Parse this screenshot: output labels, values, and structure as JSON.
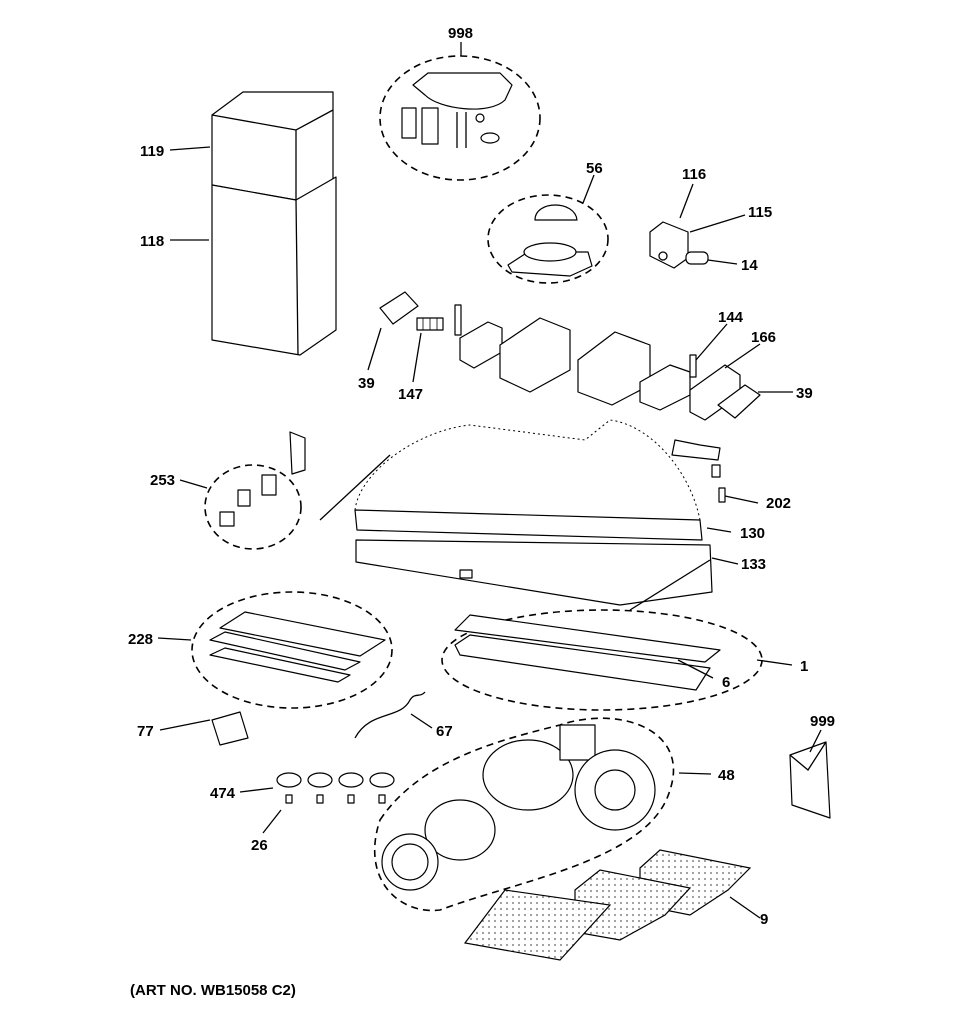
{
  "labels": {
    "l998": "998",
    "l119": "119",
    "l118": "118",
    "l56": "56",
    "l116": "116",
    "l115": "115",
    "l14": "14",
    "l39a": "39",
    "l147": "147",
    "l144": "144",
    "l166": "166",
    "l39b": "39",
    "l253": "253",
    "l202": "202",
    "l130": "130",
    "l133": "133",
    "l228": "228",
    "l1": "1",
    "l6": "6",
    "l77": "77",
    "l67": "67",
    "l999": "999",
    "l474": "474",
    "l48": "48",
    "l26": "26",
    "l9": "9"
  },
  "footer": {
    "art_no": "(ART NO. WB15058 C2)"
  }
}
